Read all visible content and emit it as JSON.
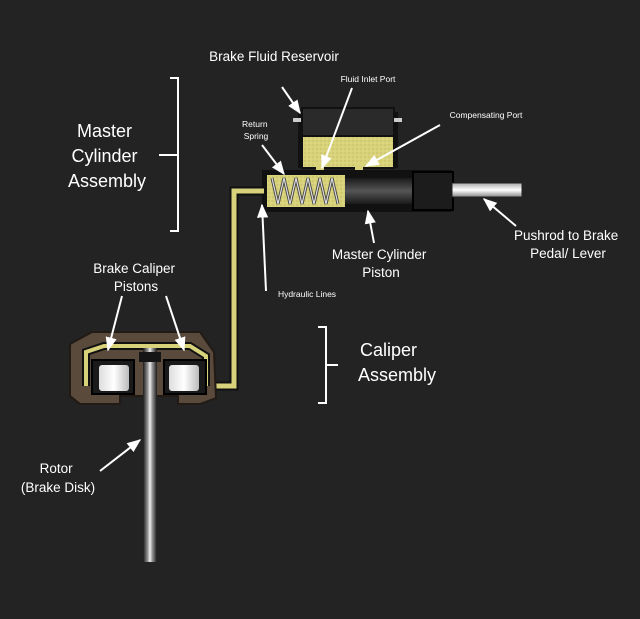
{
  "labels": {
    "brake_fluid_reservoir": "Brake Fluid Reservoir",
    "fluid_inlet_port": "Fluid Inlet Port",
    "compensating_port": "Compensating Port",
    "return_spring": [
      "Return",
      "Spring"
    ],
    "master_cylinder_assembly": [
      "Master",
      "Cylinder",
      "Assembly"
    ],
    "master_cylinder_piston": [
      "Master Cylinder",
      "Piston"
    ],
    "pushrod": [
      "Pushrod to Brake",
      "Pedal/ Lever"
    ],
    "hydraulic_lines": "Hydraulic Lines",
    "brake_caliper_pistons": [
      "Brake Caliper",
      "Pistons"
    ],
    "caliper_assembly": [
      "Caliper",
      "Assembly"
    ],
    "rotor": [
      "Rotor",
      "(Brake Disk)"
    ]
  },
  "colors": {
    "background": "#232323",
    "brake_fluid": "#d8d27a",
    "outline": "#111111",
    "caliper_body": "#5a4a3c",
    "metal_dark": "#2c2c2c",
    "label_text": "#ffffff"
  }
}
